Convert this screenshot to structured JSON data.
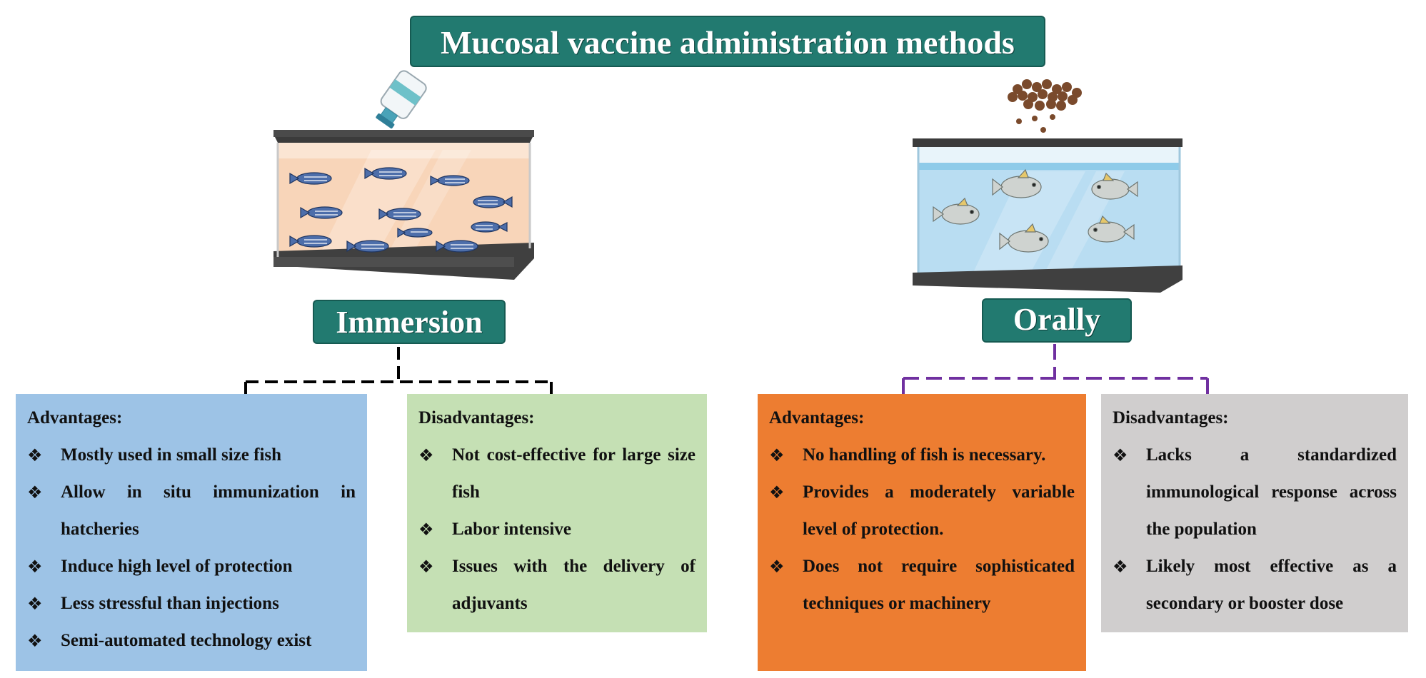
{
  "title": "Mucosal vaccine administration methods",
  "methods": [
    {
      "label": "Immersion",
      "advantages": {
        "heading": "Advantages:",
        "items": [
          "Mostly used in small size fish",
          "Allow in situ immunization in hatcheries",
          "Induce high level of protection",
          "Less stressful than injections",
          "Semi-automated technology exist"
        ]
      },
      "disadvantages": {
        "heading": "Disadvantages:",
        "items": [
          "Not cost-effective for large size fish",
          "Labor intensive",
          "Issues with the delivery of adjuvants"
        ]
      }
    },
    {
      "label": "Orally",
      "advantages": {
        "heading": "Advantages:",
        "items": [
          "No handling of fish is necessary.",
          "Provides a moderately variable level of protection.",
          "Does not require sophisticated techniques or machinery"
        ]
      },
      "disadvantages": {
        "heading": "Disadvantages:",
        "items": [
          "Lacks a standardized immunological response across the population",
          "Likely most effective as a secondary or booster dose"
        ]
      }
    }
  ],
  "colors": {
    "label_fill": "#227a70",
    "immersion_advantages": "#9dc3e6",
    "immersion_disadvantages": "#c5e0b4",
    "oral_advantages": "#ed7d31",
    "oral_disadvantages": "#d0cece",
    "immersion_connector": "#000000",
    "oral_connector": "#7030a0"
  },
  "icons": [
    "vaccine-bottle-icon",
    "fish-tank-icon",
    "fish-feed-pellets-icon",
    "zebrafish-icon",
    "silver-fish-icon",
    "bullet-diamond-icon"
  ]
}
